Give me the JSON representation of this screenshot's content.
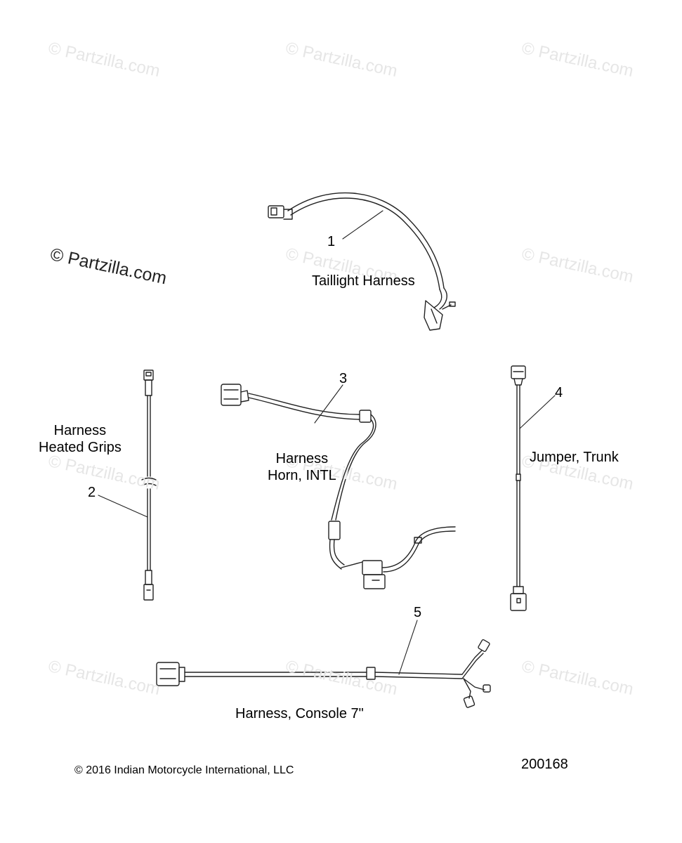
{
  "watermark": "© Partzilla.com",
  "callouts": [
    "1",
    "2",
    "3",
    "4",
    "5"
  ],
  "parts": [
    {
      "name": "Taillight Harness",
      "lines": [
        "Taillight Harness"
      ]
    },
    {
      "name": "Harness Heated Grips",
      "lines": [
        "Harness",
        "Heated Grips"
      ]
    },
    {
      "name": "Harness Horn, INTL",
      "lines": [
        "Harness",
        "Horn, INTL"
      ]
    },
    {
      "name": "Jumper, Trunk",
      "lines": [
        "Jumper, Trunk"
      ]
    },
    {
      "name": "Harness, Console 7\"",
      "lines": [
        "Harness, Console 7\""
      ]
    }
  ],
  "footer": {
    "copyright": "2016 Indian Motorcycle International, LLC",
    "diagram_number": "200168"
  }
}
